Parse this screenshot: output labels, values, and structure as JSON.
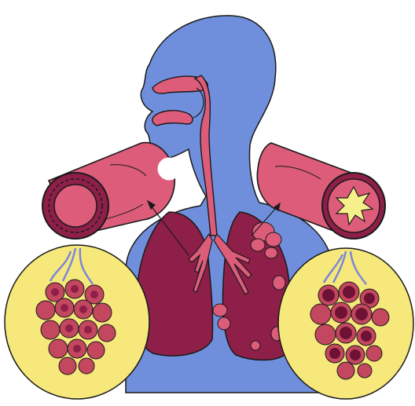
{
  "figure": {
    "subject": "respiratory-system-illustration",
    "colors": {
      "background": "#ffffff",
      "body": "#6f8fdc",
      "airway": "#dc5c7a",
      "lung": "#8e1f48",
      "lung_dark": "#6d1234",
      "alveoli": "#c2475f",
      "alveoli_dark": "#8e1f48",
      "inset_bg": "#f6e87a",
      "mucus": "#f7f08a",
      "vessel": "#7d86d8",
      "outline": "#1a1a1a"
    },
    "parts": {
      "left_bronchus_tube": "normal-airway-cross-section",
      "right_bronchus_tube": "constricted-airway-cross-section",
      "left_inset": "healthy-alveoli",
      "right_inset": "damaged-alveoli"
    }
  }
}
